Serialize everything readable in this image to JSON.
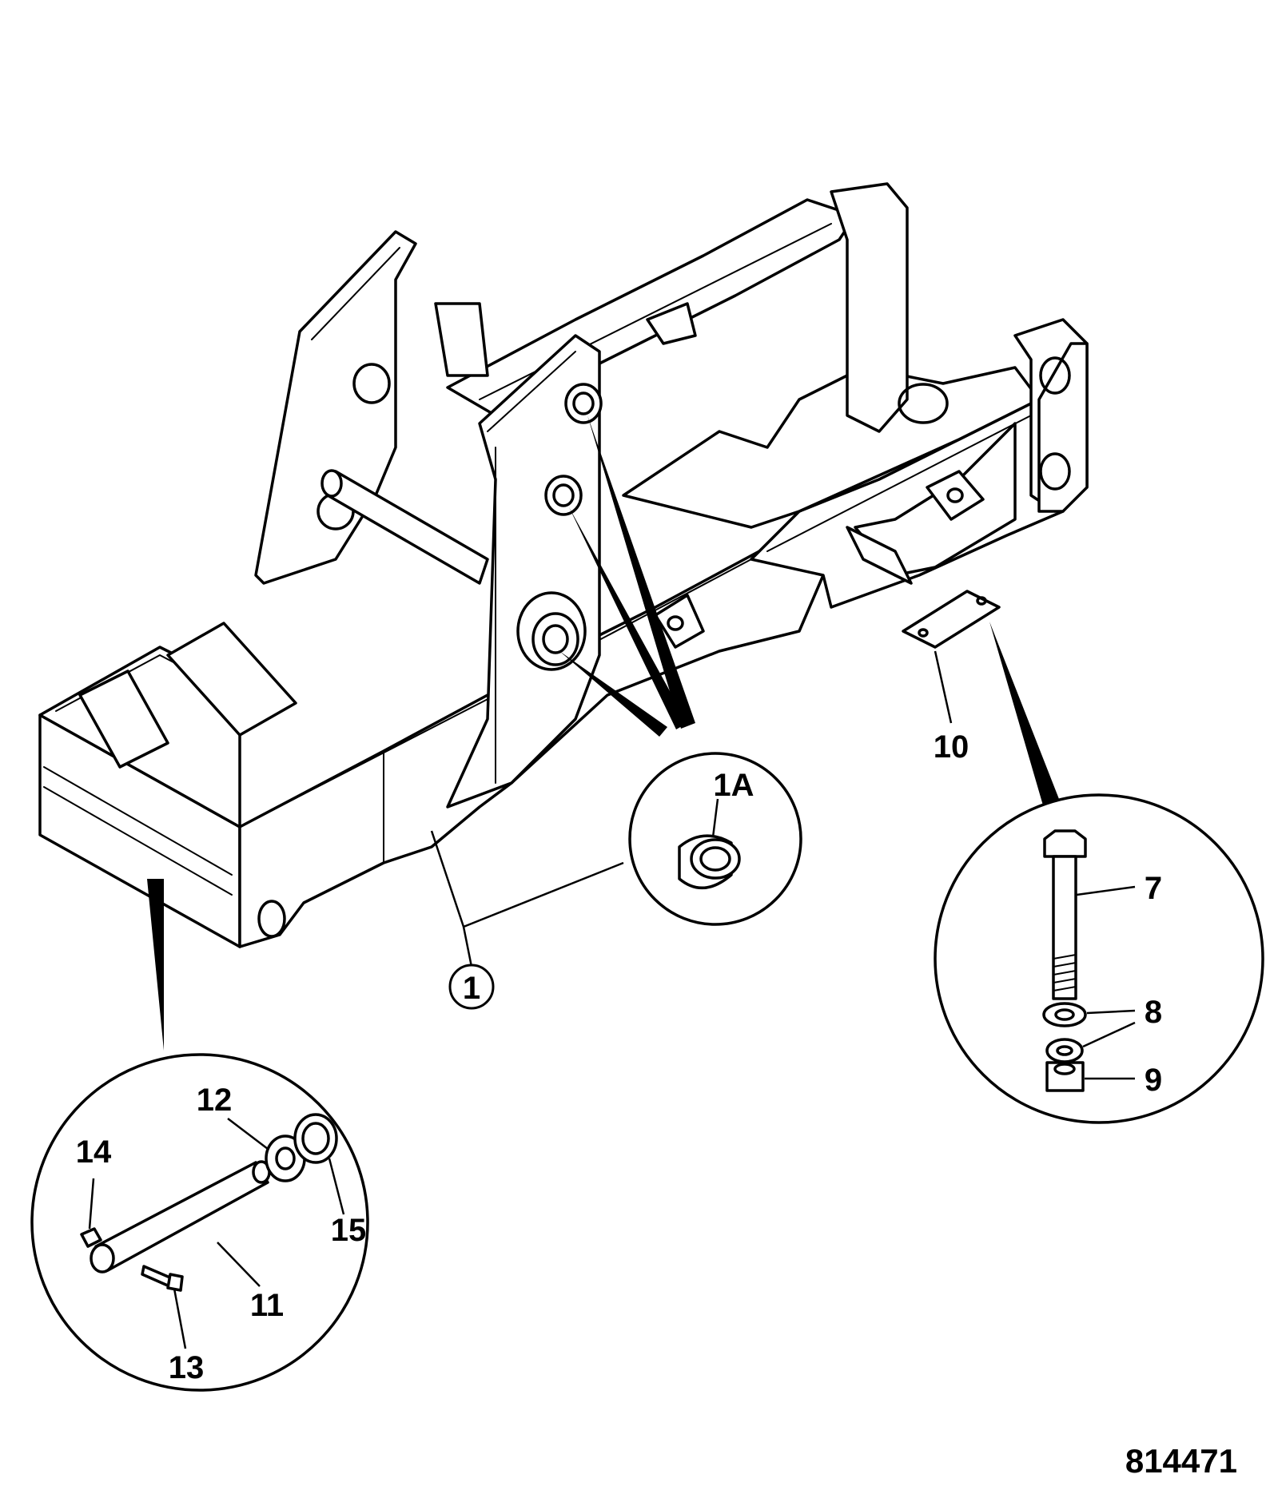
{
  "figure_number": "814471",
  "callouts": {
    "c1": "1",
    "c1a": "1A",
    "c7": "7",
    "c8": "8",
    "c9": "9",
    "c10": "10",
    "c11": "11",
    "c12": "12",
    "c13": "13",
    "c14": "14",
    "c15": "15"
  }
}
